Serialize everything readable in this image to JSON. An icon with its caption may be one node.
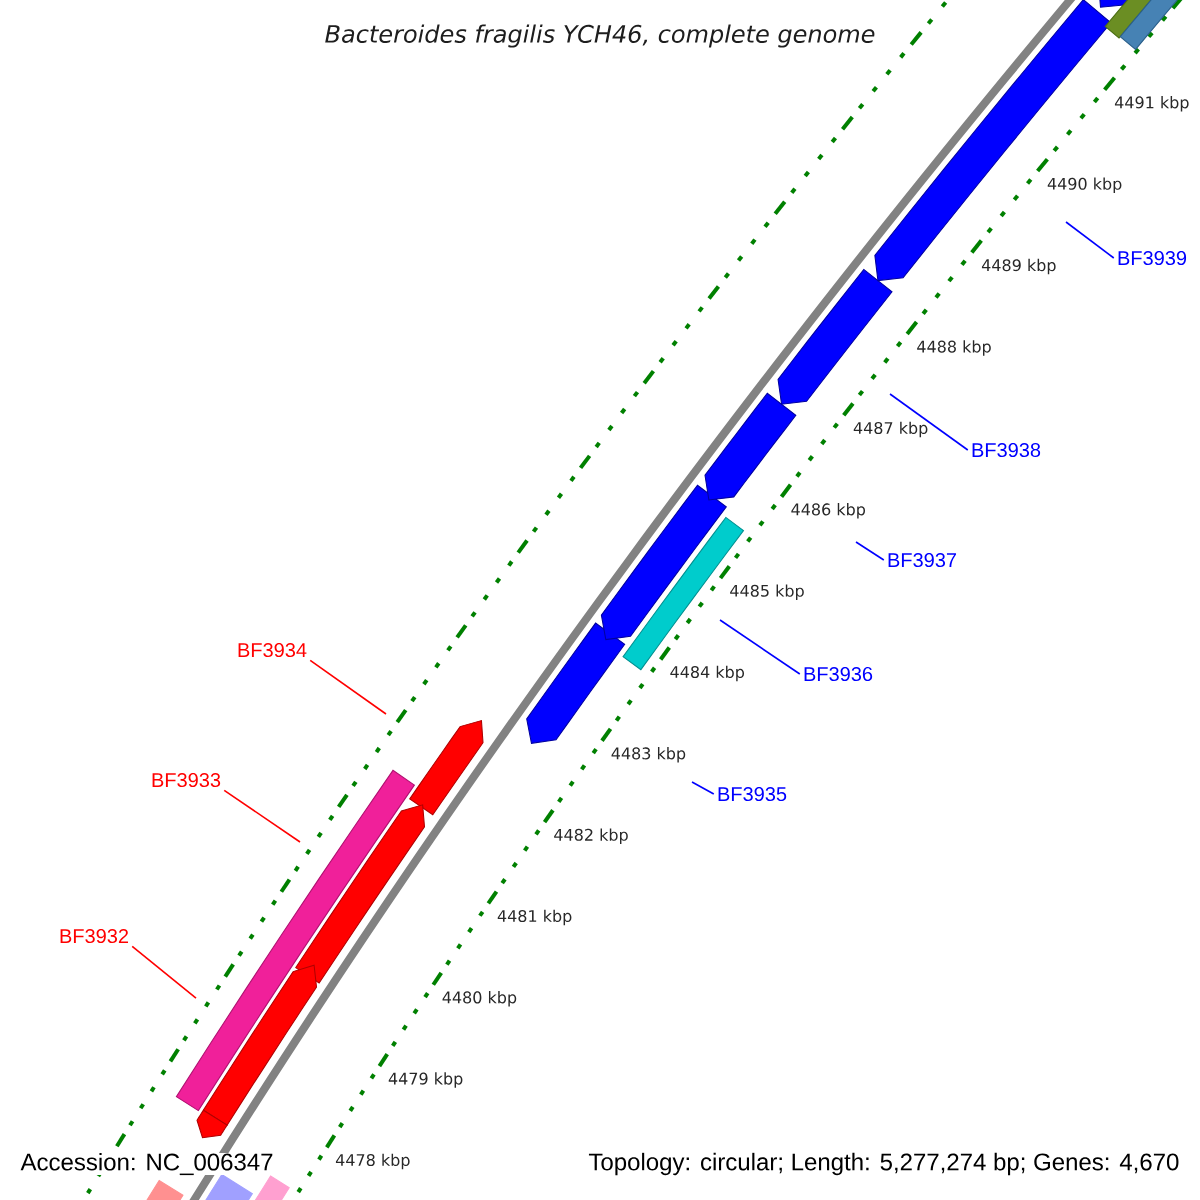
{
  "diagram": {
    "title": "Bacteroides fragilis YCH46, complete genome",
    "nodes": [
      {
        "text": [
          "BF3932"
        ]
      },
      {
        "text": [
          "BF3933"
        ]
      },
      {
        "text": [
          "BF3934"
        ]
      },
      {
        "text": [
          "BF3935"
        ]
      },
      {
        "text": [
          "BF3936"
        ]
      },
      {
        "text": [
          "BF3937"
        ]
      },
      {
        "text": [
          "BF3938"
        ]
      },
      {
        "text": [
          "BF3939"
        ]
      }
    ],
    "edges": [
      {
        "from": 0,
        "to": null,
        "arrow": "none",
        "color": "#ff0000"
      },
      {
        "from": 1,
        "to": null,
        "arrow": "none",
        "color": "#ff0000"
      },
      {
        "from": 2,
        "to": null,
        "arrow": "none",
        "color": "#ff0000"
      },
      {
        "from": 3,
        "to": null,
        "arrow": "none"
      },
      {
        "from": 4,
        "to": null,
        "arrow": "none"
      },
      {
        "from": 5,
        "to": null,
        "arrow": "none"
      },
      {
        "from": 6,
        "to": null,
        "arrow": "none"
      },
      {
        "from": 7,
        "to": null,
        "arrow": "none"
      }
    ],
    "labels": [
      "4491 kbp",
      "4490 kbp",
      "4489 kbp",
      "4488 kbp",
      "4487 kbp",
      "4486 kbp",
      "4485 kbp",
      "4484 kbp",
      "4483 kbp",
      "4482 kbp",
      "4481 kbp",
      "4480 kbp",
      "4479 kbp",
      "4478 kbp",
      "Accession: NC_006347",
      "Topology: circular; Length: 5,277,274 bp; Genes: 4,670"
    ]
  }
}
